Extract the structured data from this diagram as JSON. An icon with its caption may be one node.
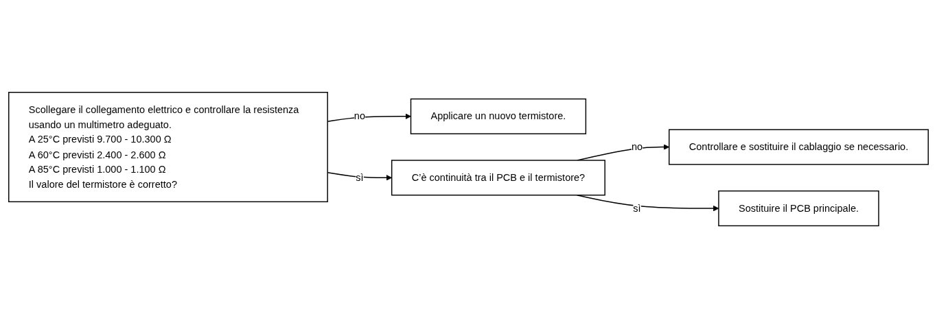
{
  "diagram": {
    "nodes": [
      {
        "text": [
          "Scollegare il collegamento elettrico e controllare la resistenza usando un multimetro adeguato.",
          "A 25°C previsti 9.700 - 10.300 Ω",
          "A 60°C previsti 2.400 - 2.600 Ω",
          "A 85°C previsti 1.000 - 1.100 Ω",
          "Il valore del termistore è corretto?"
        ]
      },
      {
        "text": [
          "Applicare un nuovo termistore."
        ]
      },
      {
        "text": [
          "C’è continuità tra il PCB e il termistore?"
        ]
      },
      {
        "text": [
          "Controllare e sostituire il cablaggio se necessario."
        ]
      },
      {
        "text": [
          "Sostituire il PCB principale."
        ]
      }
    ],
    "edges": [
      {
        "from": 0,
        "to": 1,
        "label": "no",
        "arrow": "to"
      },
      {
        "from": 0,
        "to": 2,
        "label": "sì",
        "arrow": "to"
      },
      {
        "from": 2,
        "to": 3,
        "label": "no",
        "arrow": "to"
      },
      {
        "from": 2,
        "to": 4,
        "label": "sì",
        "arrow": "to"
      }
    ]
  }
}
